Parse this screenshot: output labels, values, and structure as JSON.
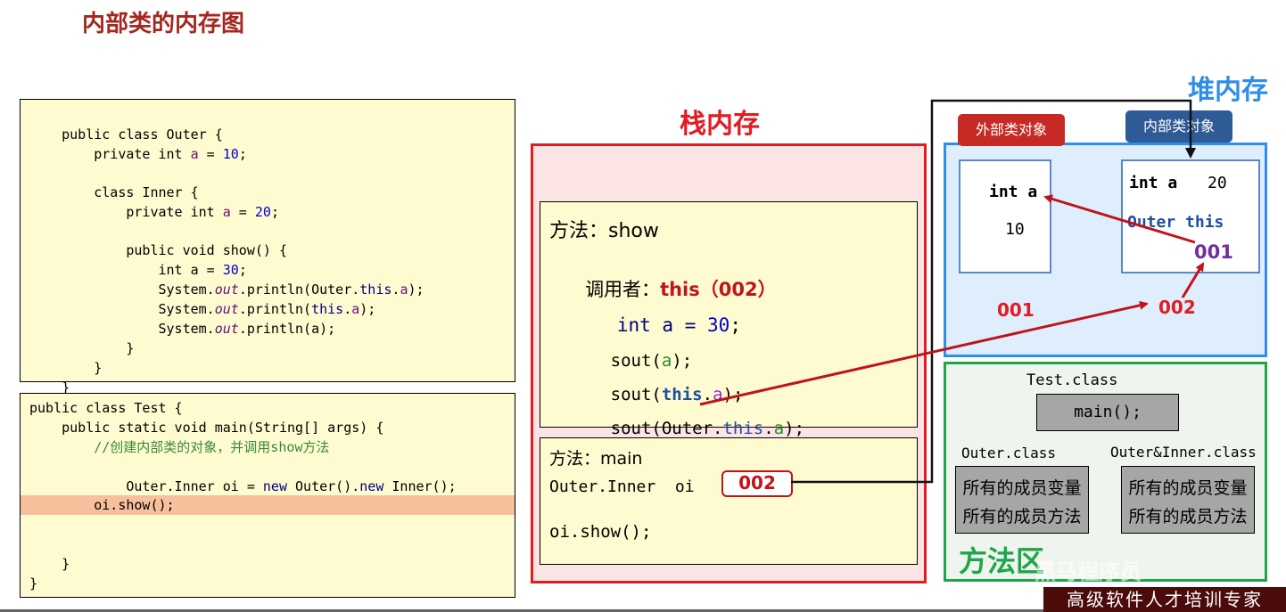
{
  "title": "内部类的内存图",
  "outer_code": {
    "l1": [
      "public class Outer {"
    ],
    "l2": [
      "    private int ",
      "a",
      " = ",
      "10",
      ";"
    ],
    "l4": [
      "    class Inner {"
    ],
    "l5": [
      "        private int ",
      "a",
      " = ",
      "20",
      ";"
    ],
    "l7": [
      "        public void show() {"
    ],
    "l8": [
      "            int a = ",
      "30",
      ";"
    ],
    "l9": [
      "            System.",
      "out",
      ".println(Outer.",
      "this",
      ".",
      "a",
      ");"
    ],
    "l10": [
      "            System.",
      "out",
      ".println(",
      "this",
      ".",
      "a",
      ");"
    ],
    "l11": [
      "            System.",
      "out",
      ".println(a);"
    ],
    "l12": [
      "        }"
    ],
    "l13": [
      "    }"
    ],
    "l14": [
      "}"
    ]
  },
  "test_code": {
    "l1": "public class Test {",
    "l2": "    public static void main(String[] args) {",
    "l3": "        //创建内部类的对象，并调用show方法",
    "l4a": "        Outer.Inner oi = ",
    "l4b": "new",
    "l4c": " Outer().",
    "l4d": "new",
    "l4e": " Inner();",
    "l6": "        oi.show();",
    "l9": "    }",
    "l10": "}"
  },
  "stack": {
    "label": "栈内存",
    "show_frame": {
      "method": "方法：show",
      "caller_label": "调用者：",
      "caller_value": "this（002）",
      "decl_a": "int a = ",
      "decl_val": "30",
      "decl_end": ";",
      "sout1_a": "sout(",
      "sout1_b": "a",
      "sout1_c": ");",
      "sout2_a": "sout(",
      "sout2_b": "this",
      "sout2_c": ".",
      "sout2_d": "a",
      "sout2_e": ");",
      "sout3_a": "sout(Outer.",
      "sout3_b": "this",
      "sout3_c": ".",
      "sout3_d": "a",
      "sout3_e": ");"
    },
    "main_frame": {
      "method": "方法：main",
      "var": "Outer.Inner  oi",
      "ref": "002",
      "call": "oi.show();"
    }
  },
  "heap": {
    "label": "堆内存",
    "outer_tag": "外部类对象",
    "inner_tag": "内部类对象",
    "outer_obj": {
      "field": "int a",
      "value": "10",
      "address": "001"
    },
    "inner_obj": {
      "field": "int a",
      "value": "20",
      "outer_this": "Outer this",
      "outer_this_value": "001",
      "address": "002"
    }
  },
  "method_area": {
    "label": "方法区",
    "test_class": "Test.class",
    "main": "main();",
    "outer_class": "Outer.class",
    "inner_class": "Outer&Inner.class",
    "members_vars": "所有的成员变量",
    "members_methods": "所有的成员方法"
  },
  "watermark": "黑马程序员",
  "banner": "高级软件人才培训专家",
  "colors": {
    "stack": "#e11c22",
    "heap": "#2e8ee8",
    "method_area": "#1fa64a",
    "arrow": "#c0141b"
  }
}
